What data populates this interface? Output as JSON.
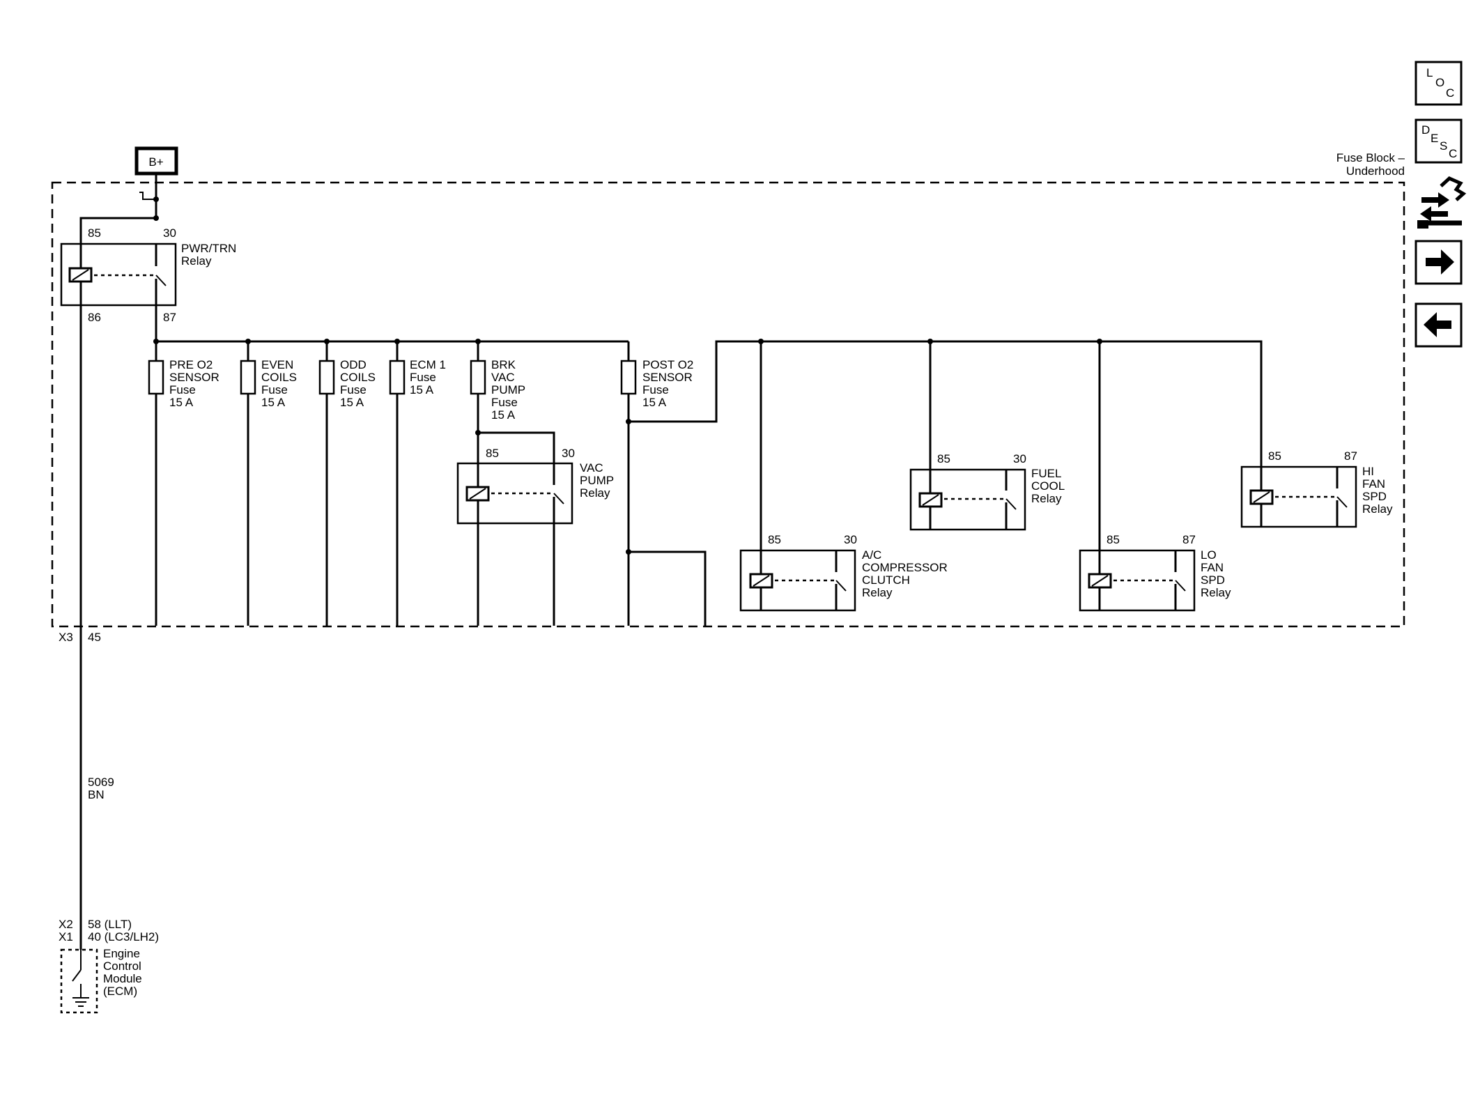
{
  "power_source": "B+",
  "fuse_block": {
    "line1": "Fuse Block –",
    "line2": "Underhood"
  },
  "pwr_trn_relay": {
    "name1": "PWR/TRN",
    "name2": "Relay",
    "pin_85": "85",
    "pin_30": "30",
    "pin_86": "86",
    "pin_87": "87"
  },
  "fuses": [
    {
      "l1": "PRE O2",
      "l2": "SENSOR",
      "l3": "Fuse",
      "l4": "15 A"
    },
    {
      "l1": "EVEN",
      "l2": "COILS",
      "l3": "Fuse",
      "l4": "15 A"
    },
    {
      "l1": "ODD",
      "l2": "COILS",
      "l3": "Fuse",
      "l4": "15 A"
    },
    {
      "l1": "ECM 1",
      "l2": "Fuse",
      "l3": "15 A"
    },
    {
      "l1": "BRK",
      "l2": "VAC",
      "l3": "PUMP",
      "l4": "Fuse",
      "l5": "15 A"
    },
    {
      "l1": "POST O2",
      "l2": "SENSOR",
      "l3": "Fuse",
      "l4": "15 A"
    }
  ],
  "vac_pump_relay": {
    "l1": "VAC",
    "l2": "PUMP",
    "l3": "Relay",
    "pin_a": "85",
    "pin_b": "30"
  },
  "ac_relay": {
    "l1": "A/C",
    "l2": "COMPRESSOR",
    "l3": "CLUTCH",
    "l4": "Relay",
    "pin_a": "85",
    "pin_b": "30"
  },
  "fuel_cool_relay": {
    "l1": "FUEL",
    "l2": "COOL",
    "l3": "Relay",
    "pin_a": "85",
    "pin_b": "30"
  },
  "lo_fan_relay": {
    "l1": "LO",
    "l2": "FAN",
    "l3": "SPD",
    "l4": "Relay",
    "pin_a": "85",
    "pin_b": "87"
  },
  "hi_fan_relay": {
    "l1": "HI",
    "l2": "FAN",
    "l3": "SPD",
    "l4": "Relay",
    "pin_a": "85",
    "pin_b": "87"
  },
  "connector_x3": {
    "name": "X3",
    "pin": "45"
  },
  "wire": {
    "circuit": "5069",
    "color": "BN"
  },
  "ecm": {
    "x2": "X2",
    "x2_pin": "58 (LLT)",
    "x1": "X1",
    "x1_pin": "40 (LC3/LH2)",
    "l1": "Engine",
    "l2": "Control",
    "l3": "Module",
    "l4": "(ECM)"
  },
  "nav": {
    "loc": {
      "a": "L",
      "b": "O",
      "c": "C"
    },
    "desc": {
      "a": "D",
      "b": "E",
      "c": "S",
      "d": "C"
    }
  }
}
